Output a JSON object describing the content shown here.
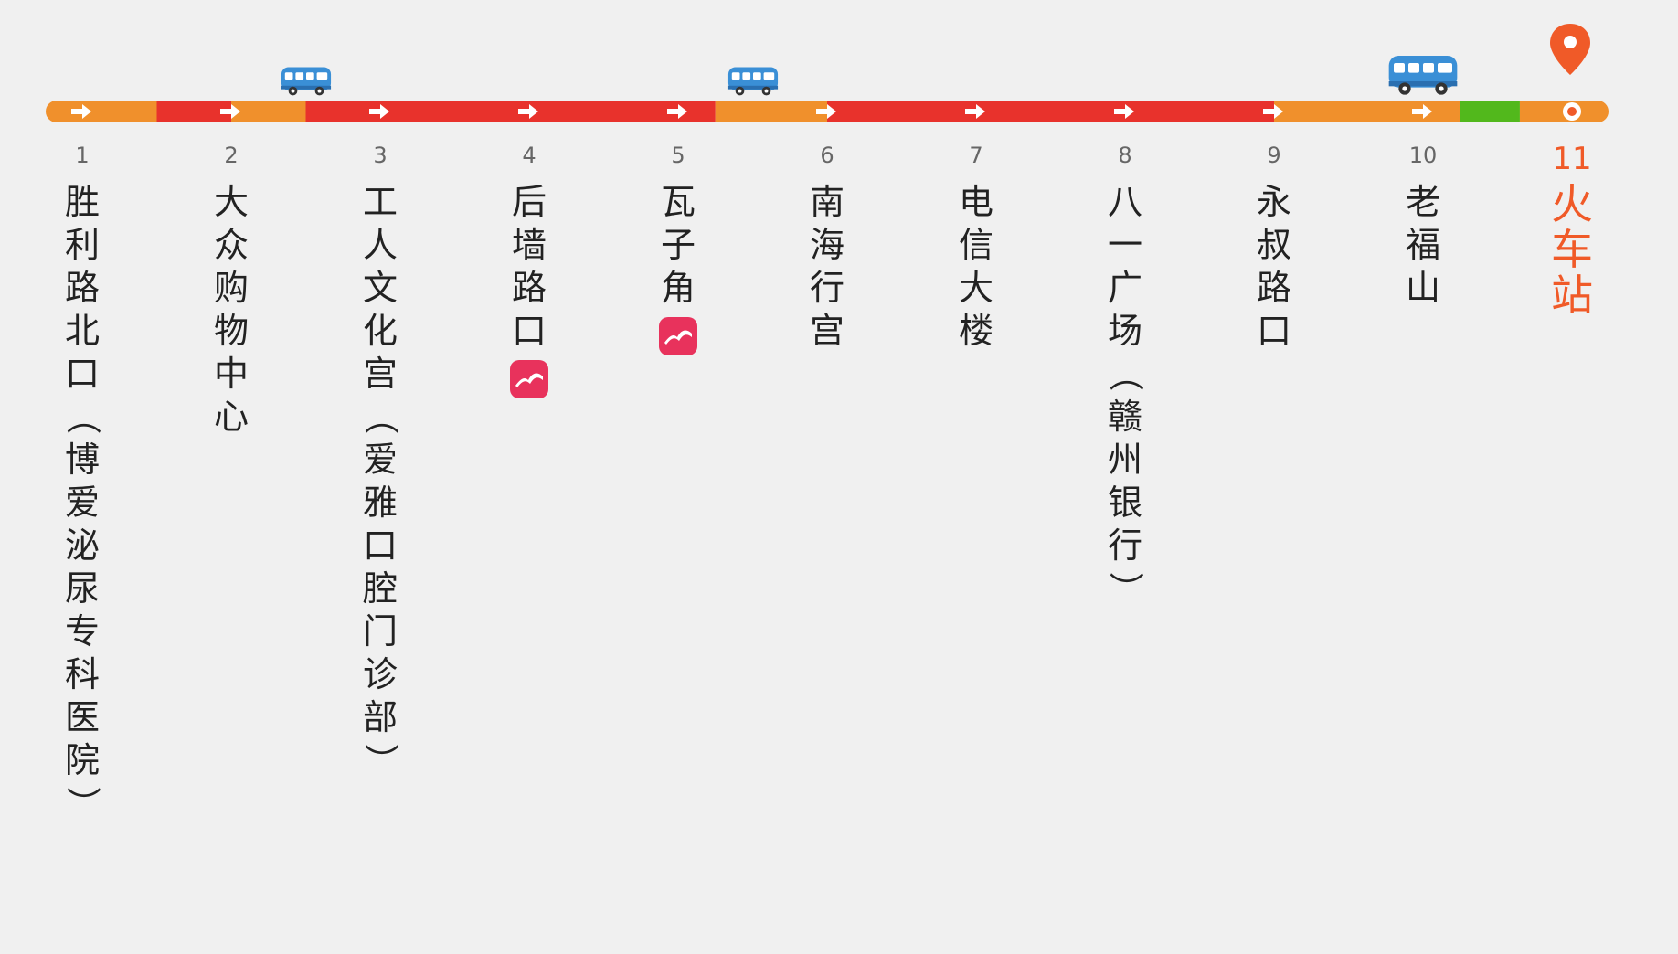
{
  "stops": [
    {
      "num": "1",
      "name": "胜利路北口（博爱泌尿专科医院）",
      "metro": false
    },
    {
      "num": "2",
      "name": "大众购物中心",
      "metro": false
    },
    {
      "num": "3",
      "name": "工人文化宫（爱雅口腔门诊部）",
      "metro": false
    },
    {
      "num": "4",
      "name": "后墙路口",
      "metro": true
    },
    {
      "num": "5",
      "name": "瓦子角",
      "metro": true
    },
    {
      "num": "6",
      "name": "南海行宫",
      "metro": false
    },
    {
      "num": "7",
      "name": "电信大楼",
      "metro": false
    },
    {
      "num": "8",
      "name": "八一广场（赣州银行）",
      "metro": false
    },
    {
      "num": "9",
      "name": "永叔路口",
      "metro": false
    },
    {
      "num": "10",
      "name": "老福山",
      "metro": false
    },
    {
      "num": "11",
      "name": "火车站",
      "metro": false,
      "current": true
    }
  ],
  "traffic_segments": [
    {
      "from_stop": 1,
      "to_stop": 1.5,
      "status": "slow"
    },
    {
      "from_stop": 1.5,
      "to_stop": 2,
      "status": "congested"
    },
    {
      "from_stop": 2,
      "to_stop": 2.5,
      "status": "slow"
    },
    {
      "from_stop": 2.5,
      "to_stop": 5.25,
      "status": "congested"
    },
    {
      "from_stop": 5.25,
      "to_stop": 6,
      "status": "slow"
    },
    {
      "from_stop": 6,
      "to_stop": 9,
      "status": "congested"
    },
    {
      "from_stop": 9,
      "to_stop": 10.25,
      "status": "slow"
    },
    {
      "from_stop": 10.25,
      "to_stop": 10.65,
      "status": "smooth"
    },
    {
      "from_stop": 10.65,
      "to_stop": 11.25,
      "status": "slow"
    }
  ],
  "buses": [
    {
      "position": 2.5,
      "size": "small"
    },
    {
      "position": 5.5,
      "size": "small"
    },
    {
      "position": 10,
      "size": "large"
    }
  ],
  "colors": {
    "slow": "#f0902c",
    "congested": "#e8322c",
    "smooth": "#52b81c",
    "current": "#f05a28",
    "metro": "#e8325c",
    "bus": "#3a8fd6"
  },
  "icons": {
    "direction": "arrow-right-icon",
    "bus": "bus-icon",
    "metro": "metro-icon",
    "location": "location-pin-icon",
    "current_stop": "current-stop-dot-icon"
  }
}
